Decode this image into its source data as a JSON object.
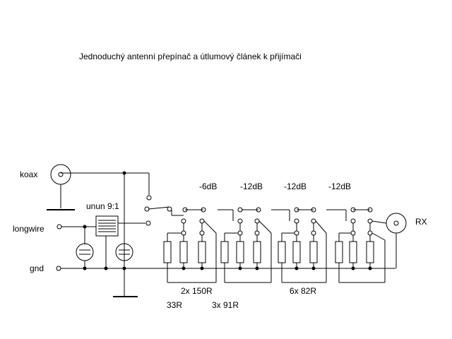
{
  "title": "Jednoduchý antenní přepínač a útlumový článek k přijímači",
  "labels": {
    "koax": "koax",
    "longwire": "longwire",
    "gnd": "gnd",
    "unun": "unun 9:1",
    "rx": "RX"
  },
  "stages": [
    {
      "db": "-6dB"
    },
    {
      "db": "-12dB"
    },
    {
      "db": "-12dB"
    },
    {
      "db": "-12dB"
    }
  ],
  "resistor_notes": {
    "r150": "2x 150R",
    "r82": "6x 82R",
    "r33": "33R",
    "r91": "3x 91R"
  }
}
